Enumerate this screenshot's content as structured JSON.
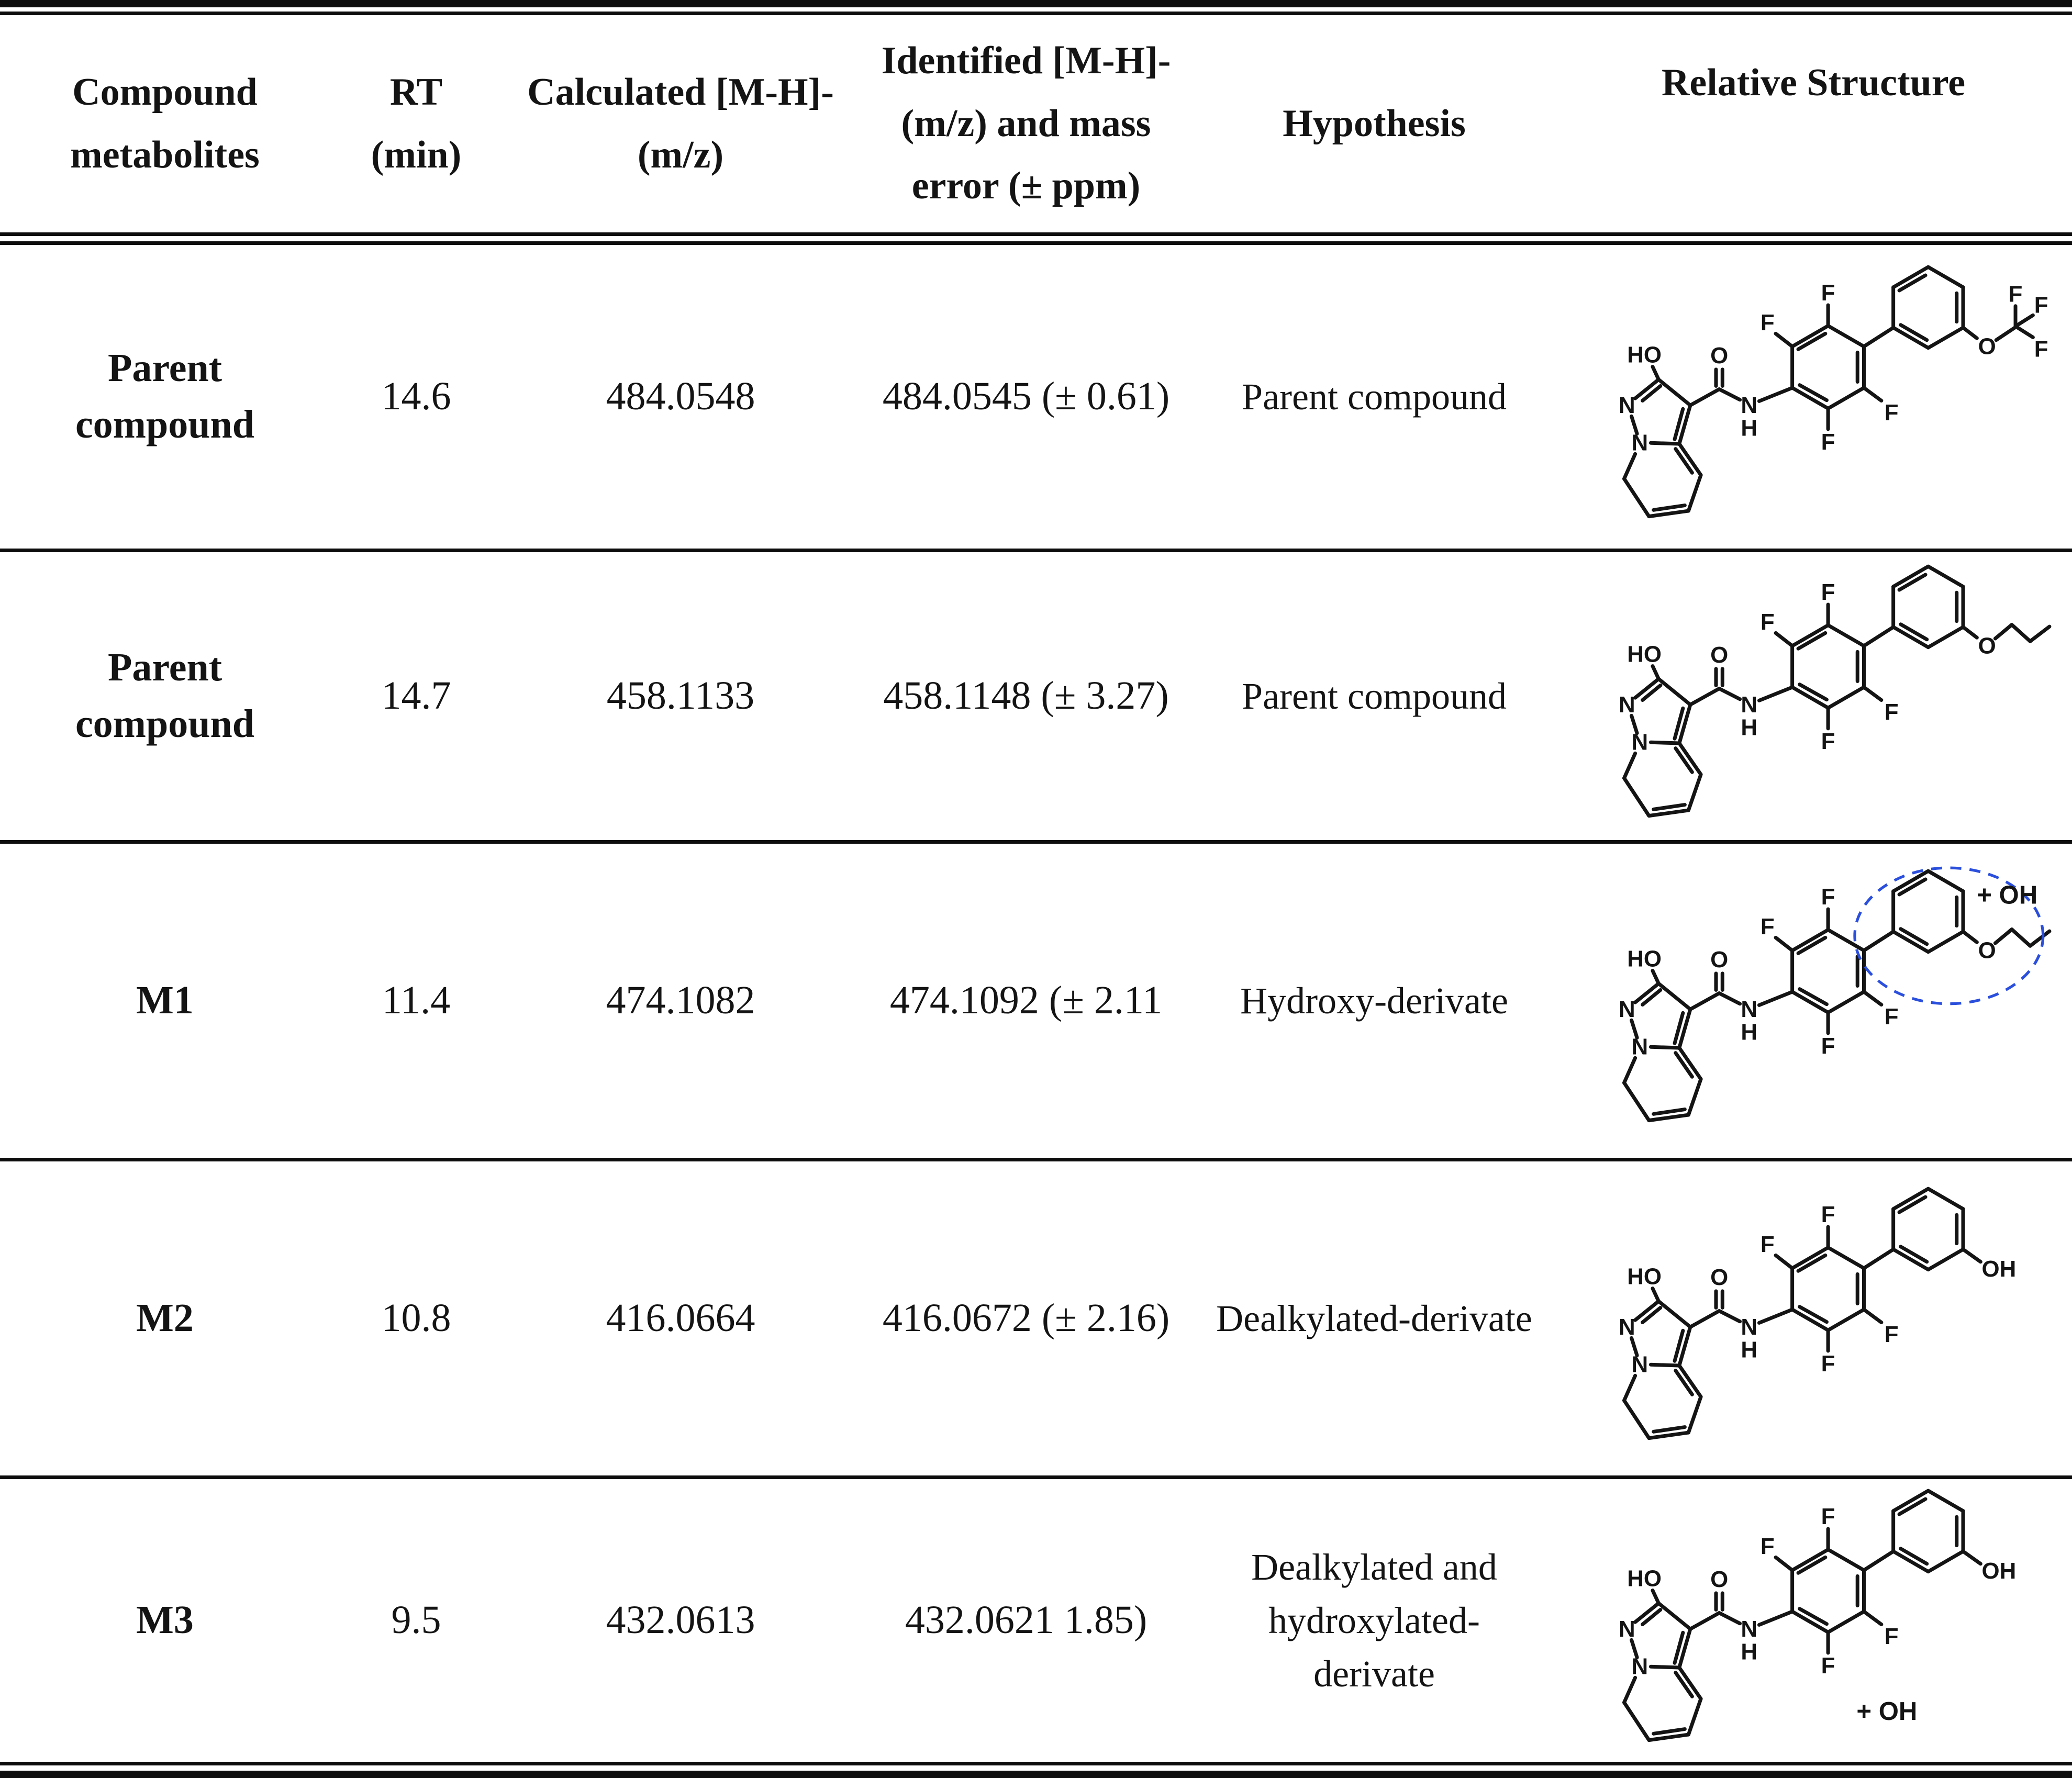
{
  "header": {
    "columns": [
      {
        "id": "compound",
        "label": "Compound\nmetabolites"
      },
      {
        "id": "rt",
        "label": "RT\n(min)"
      },
      {
        "id": "calculated",
        "label": "Calculated [M-H]-\n(m/z)"
      },
      {
        "id": "identified",
        "label": "Identified [M-H]-\n(m/z) and mass\nerror (± ppm)"
      },
      {
        "id": "hypothesis",
        "label": "Hypothesis"
      },
      {
        "id": "structure",
        "label": "Relative Structure"
      }
    ]
  },
  "rows": [
    {
      "compound": "Parent\ncompound",
      "rt": "14.6",
      "calculated": "484.0548",
      "identified": "484.0545 (± 0.61)",
      "hypothesis": "Parent compound",
      "structure": "pyrazolopyridine-amide-tetrafluorobiphenyl-trifluoromethoxy"
    },
    {
      "compound": "Parent\ncompound",
      "rt": "14.7",
      "calculated": "458.1133",
      "identified": "458.1148 (± 3.27)",
      "hypothesis": "Parent compound",
      "structure": "pyrazolopyridine-amide-tetrafluorobiphenyl-propoxy"
    },
    {
      "compound": "M1",
      "rt": "11.4",
      "calculated": "474.1082",
      "identified": "474.1092 (± 2.11",
      "hypothesis": "Hydroxy-derivate",
      "structure": "propoxy-ring-highlighted-dashed-ellipse",
      "annotation": "+ OH"
    },
    {
      "compound": "M2",
      "rt": "10.8",
      "calculated": "416.0664",
      "identified": "416.0672 (± 2.16)",
      "hypothesis": "Dealkylated-derivate",
      "structure": "pyrazolopyridine-amide-tetrafluorobiphenyl-hydroxy"
    },
    {
      "compound": "M3",
      "rt": "9.5",
      "calculated": "432.0613",
      "identified": "432.0621 1.85)",
      "hypothesis": "Dealkylated and\nhydroxylated-\nderivate",
      "structure": "hydroxy-ring-plus-oh",
      "annotation": "+ OH"
    }
  ],
  "atoms": {
    "ho": "HO",
    "o": "O",
    "n": "N",
    "h": "H",
    "f": "F",
    "oh": "OH"
  },
  "colors": {
    "bond": "#141414",
    "highlight": "#2b4fdd"
  }
}
